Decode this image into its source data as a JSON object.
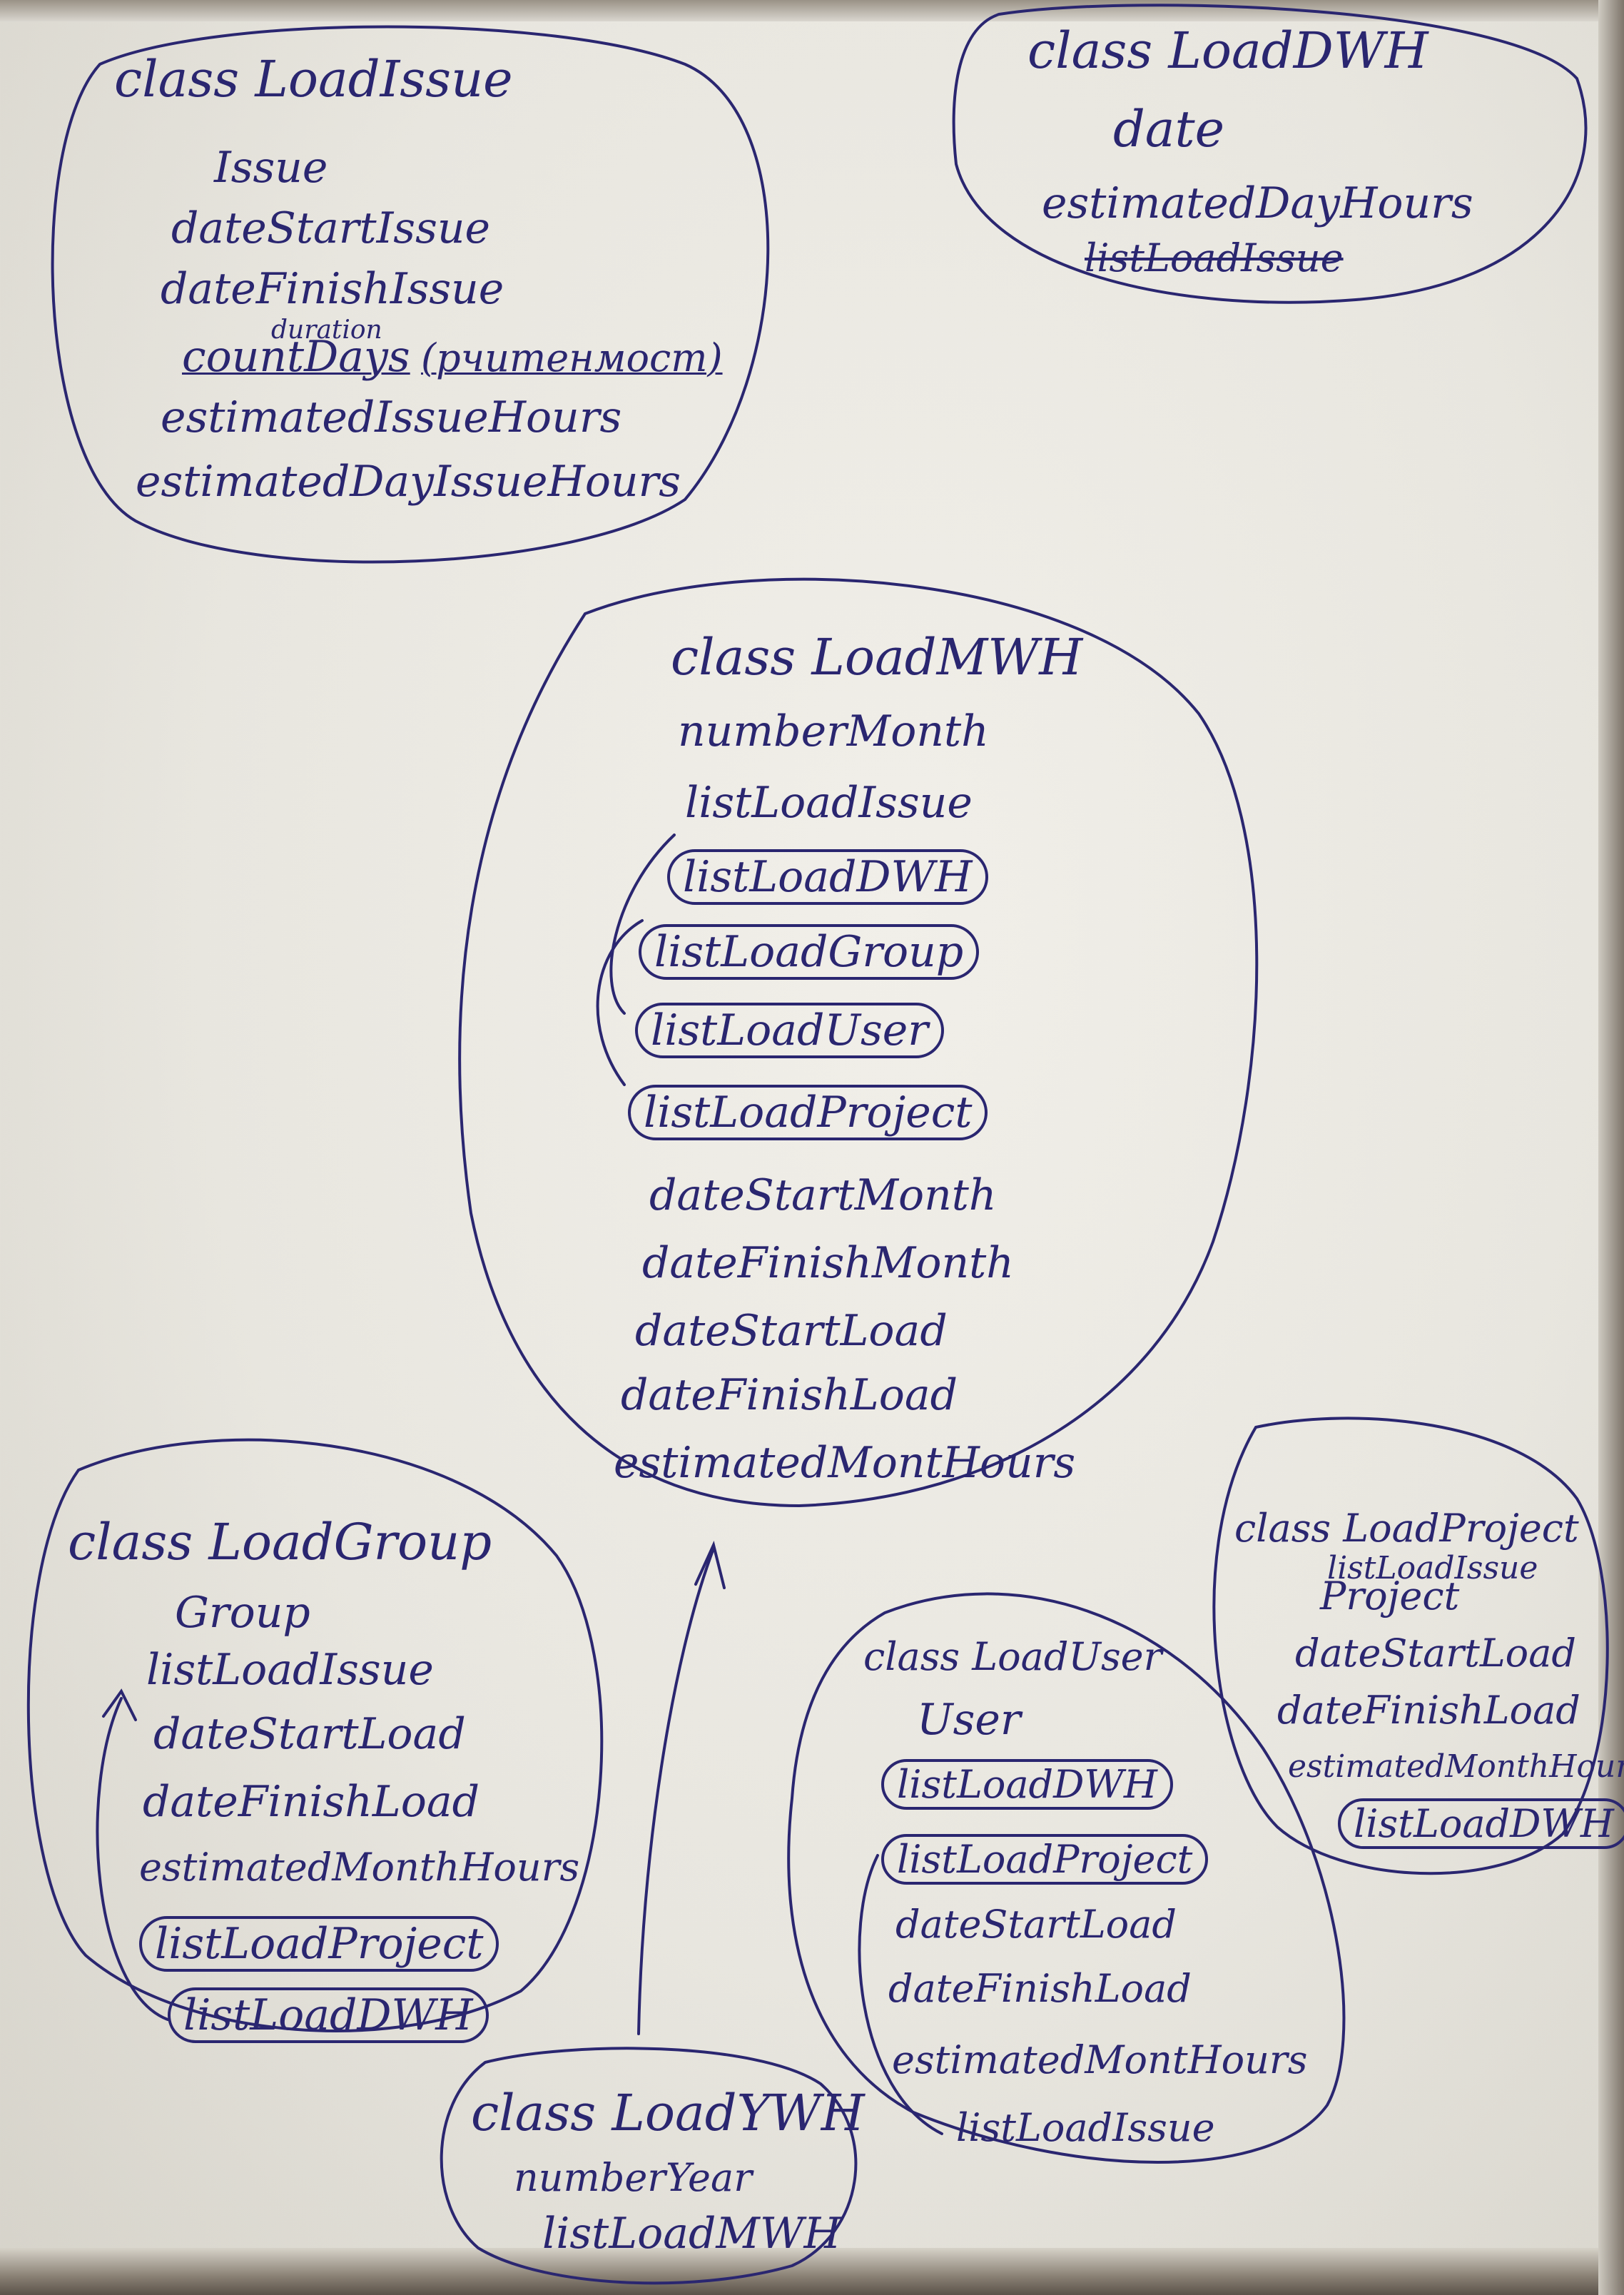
{
  "classes": {
    "load_issue": {
      "title": "class LoadIssue",
      "fields": [
        "Issue",
        "dateStartIssue",
        "dateFinishIssue"
      ],
      "count_days": "countDays",
      "duration_note": "duration",
      "paren_note": "(рчитенмост)",
      "fields2": [
        "estimatedIssueHours",
        "estimatedDayIssueHours"
      ]
    },
    "load_dwh": {
      "title": "class LoadDWH",
      "fields": [
        "date",
        "estimatedDayHours"
      ],
      "struck": "listLoadIssue"
    },
    "load_mwh": {
      "title": "class LoadMWH",
      "fields_top": [
        "numberMonth",
        "listLoadIssue"
      ],
      "circled": [
        "listLoadDWH",
        "listLoadGroup",
        "listLoadUser",
        "listLoadProject"
      ],
      "fields_bottom": [
        "dateStartMonth",
        "dateFinishMonth",
        "dateStartLoad",
        "dateFinishLoad",
        "estimatedMontHours"
      ]
    },
    "load_group": {
      "title": "class LoadGroup",
      "fields": [
        "Group",
        "listLoadIssue",
        "dateStartLoad",
        "dateFinishLoad",
        "estimatedMonthHours"
      ],
      "circled": [
        "listLoadProject",
        "listLoadDWH"
      ]
    },
    "load_ywh": {
      "title": "class LoadYWH",
      "fields": [
        "numberYear",
        "listLoadMWH"
      ]
    },
    "load_user": {
      "title": "class LoadUser",
      "fields": [
        "User"
      ],
      "circled": [
        "listLoadDWH",
        "listLoadProject"
      ],
      "fields2": [
        "dateStartLoad",
        "dateFinishLoad",
        "estimatedMontHours",
        "listLoadIssue"
      ]
    },
    "load_project": {
      "title": "class LoadProject",
      "added": "listLoadIssue",
      "fields": [
        "Project",
        "dateStartLoad",
        "dateFinishLoad",
        "estimatedMonthHours"
      ],
      "circled": [
        "listLoadDWH"
      ]
    }
  },
  "colors": {
    "ink": "#2a2670",
    "paper": "#ecebe5"
  }
}
